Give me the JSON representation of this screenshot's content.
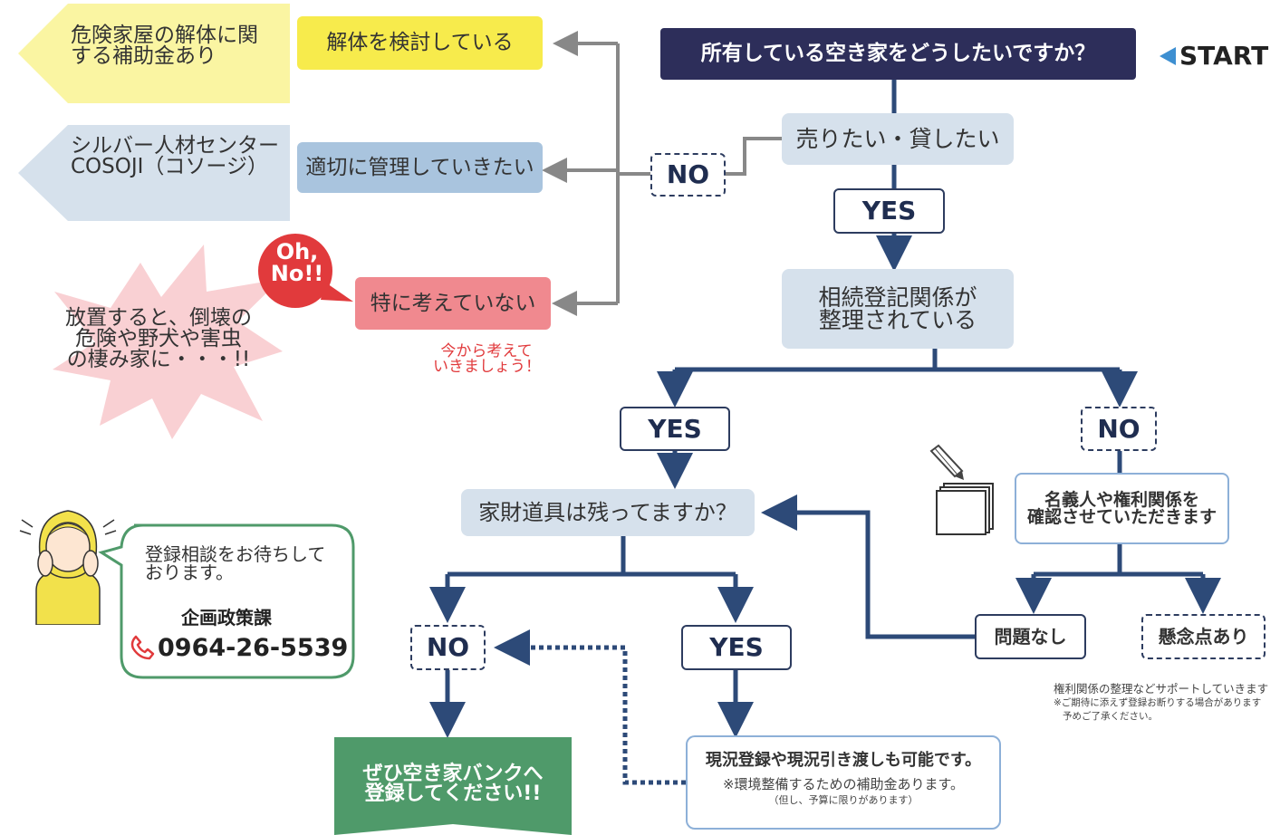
{
  "start_label": "START",
  "start_question": "所有している空き家をどうしたいですか？",
  "sell_rent": "売りたい・貸したい",
  "no_top": "NO",
  "yes_top": "YES",
  "inheritance": [
    "相続登記関係が",
    "整理されている"
  ],
  "yes_mid": "YES",
  "no_mid": "NO",
  "belongings_question": "家財道具は残ってますか？",
  "confirm_holder": [
    "名義人や権利関係を",
    "確認させていただきます"
  ],
  "no_problem": "問題なし",
  "concern": "懸念点あり",
  "support_note": [
    "権利関係の整理などサポートしていきます",
    "※ご期待に添えず登録お断りする場合があります",
    "予めご了承ください。"
  ],
  "no_left": "NO",
  "yes_right": "YES",
  "register_bank": [
    "ぜひ空き家バンクへ",
    "登録してください!!"
  ],
  "current_status": {
    "title": "現況登録や現況引き渡しも可能です。",
    "subsidy": "※環境整備するための補助金あります。",
    "budget_note": "（但し、予算に限りがあります）"
  },
  "options": {
    "demolish": "解体を検討している",
    "manage": "適切に管理していきたい",
    "nothing": "特に考えていない"
  },
  "demolition_subsidy": [
    "危険家屋の解体に関",
    "する補助金あり"
  ],
  "silver_center": [
    "シルバー人材センター",
    "COSOJI（コソージ）"
  ],
  "oh_no": [
    "Oh,",
    "No!!"
  ],
  "danger_warning": [
    "放置すると、倒壊の",
    "危険や野犬や害虫",
    "の棲み家に・・・!!"
  ],
  "think_now": [
    "今から考えて",
    "いきましょう！"
  ],
  "contact": {
    "message": [
      "登録相談をお待ちして",
      "おります。"
    ],
    "dept": "企画政策課",
    "phone": "0964-26-5539"
  },
  "icons": [
    "phone-icon",
    "pencil-icon",
    "documents-icon",
    "person-illustration",
    "start-arrow-icon"
  ],
  "colors": {
    "navy": "#2d2e5a",
    "line": "#2d4a78",
    "light_box": "#d6e1ec",
    "yellow": "#f7eb4c",
    "pale_yellow": "#faf5a2",
    "pink": "#f0898f",
    "burst": "#f9d0d3",
    "red": "#e13a3c",
    "green": "#4f9a6a",
    "gray_arrow": "#888888"
  }
}
